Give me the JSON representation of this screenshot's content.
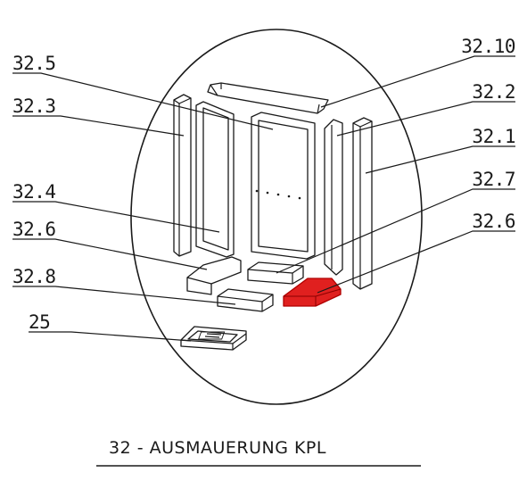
{
  "diagram": {
    "caption": "32 - AUSMAUERUNG KPL",
    "highlight_color": "#e0201f",
    "callouts": [
      {
        "id": "left-inner-panel",
        "label": "32.5"
      },
      {
        "id": "left-outer-panel",
        "label": "32.3"
      },
      {
        "id": "left-lower-panel",
        "label": "32.4"
      },
      {
        "id": "corner-brick-left",
        "label": "32.6"
      },
      {
        "id": "floor-brick-front",
        "label": "32.8"
      },
      {
        "id": "grate",
        "label": "25"
      },
      {
        "id": "top-baffle",
        "label": "32.10"
      },
      {
        "id": "right-inner-panel",
        "label": "32.2"
      },
      {
        "id": "right-outer-panel",
        "label": "32.1"
      },
      {
        "id": "floor-brick-middle",
        "label": "32.7"
      },
      {
        "id": "corner-brick-right",
        "label": "32.6"
      }
    ]
  }
}
